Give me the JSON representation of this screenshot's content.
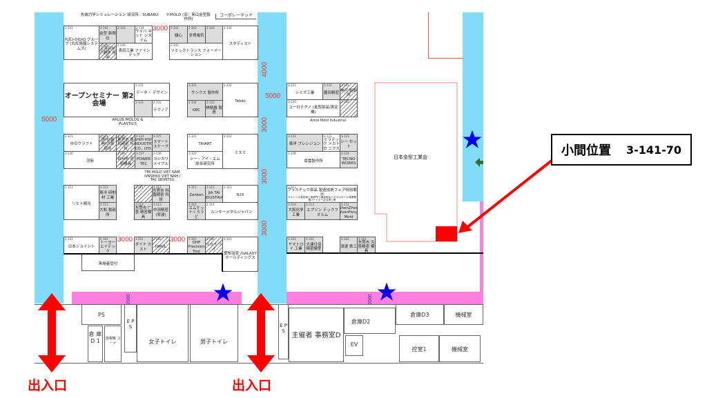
{
  "booths": [
    {
      "id": "2-141",
      "name": "丸紅I-DIGIO グループ (丸紅情報システムズ)",
      "fill": "white"
    },
    {
      "id": "2-142",
      "name": "金型 新聞社",
      "fill": "gray"
    },
    {
      "id": "2-143",
      "name": "",
      "fill": "gray"
    },
    {
      "id": "2-144",
      "name": "サイバ ネット システム",
      "fill": "white"
    },
    {
      "id": "2-140",
      "name": "上海日州 子器件 用品",
      "fill": "hatched"
    },
    {
      "id": "2-145",
      "name": "青田工業 ファインテック",
      "fill": "white"
    },
    {
      "id": "2-341",
      "name": "額心",
      "fill": "gray"
    },
    {
      "id": "2-342",
      "name": "多賀電気",
      "fill": "gray"
    },
    {
      "id": "2-343",
      "name": "",
      "fill": "gray"
    },
    {
      "id": "2-344",
      "name": "スタディスト",
      "fill": "white"
    },
    {
      "id": "2-345",
      "name": "ソミックトランス フォーメーション",
      "fill": "white"
    },
    {
      "id": "",
      "name": "オープンセミナー 第2会場",
      "fill": "white"
    },
    {
      "id": "2-131",
      "name": "データ・ デザイン",
      "fill": "white"
    },
    {
      "id": "2-133",
      "name": "",
      "fill": "gray"
    },
    {
      "id": "2-132",
      "name": "テクノア",
      "fill": "white"
    },
    {
      "id": "2-331",
      "name": "サンクス 製作所",
      "fill": "gray"
    },
    {
      "id": "2-334",
      "name": "KBC",
      "fill": "gray"
    },
    {
      "id": "2-333",
      "name": "林精器 製造",
      "fill": "gray"
    },
    {
      "id": "2-332",
      "name": "Tebiki",
      "fill": "white"
    },
    {
      "id": "2-121",
      "name": "中日クラフト",
      "fill": "white"
    },
    {
      "id": "2-122",
      "name": "德州(臨朐)汽車部件",
      "fill": "hatched"
    },
    {
      "id": "2-123",
      "name": "東莞市 豪和精密 科技",
      "fill": "hatched"
    },
    {
      "id": "2-124",
      "name": "SHIH HSH INDUSTRY CO., LTD.",
      "fill": "gray"
    },
    {
      "id": "2-125",
      "name": "スマート スケープ",
      "fill": "gray"
    },
    {
      "id": "2-126",
      "name": "河新",
      "fill": "white"
    },
    {
      "id": "2-136",
      "name": "台州市 道恩模具",
      "fill": "hatched"
    },
    {
      "id": "2-137",
      "name": "POWER TEC",
      "fill": "gray"
    },
    {
      "id": "2-138",
      "name": "ヨシカワ メイプル",
      "fill": "white"
    },
    {
      "id": "2-321",
      "name": "TRIART",
      "fill": "white"
    },
    {
      "id": "2-323",
      "name": "シー・アイ・エム 総合研究所",
      "fill": "white"
    },
    {
      "id": "2-322",
      "name": "ミスミ",
      "fill": "white"
    },
    {
      "id": "2-111",
      "name": "リヒト精光",
      "fill": "white"
    },
    {
      "id": "2-112",
      "name": "東洋 研削材 工業",
      "fill": "gray"
    },
    {
      "id": "2-113",
      "name": "大和 製砥所",
      "fill": "gray"
    },
    {
      "id": "2-211",
      "name": "",
      "fill": "hatched"
    },
    {
      "id": "2-212",
      "name": "东莞市 科嘉精密 科技",
      "fill": "gray"
    },
    {
      "id": "2-214",
      "name": "东莞市 广壹 精密模具",
      "fill": "gray"
    },
    {
      "id": "2-213",
      "name": "中田精密 (寧波)",
      "fill": "gray"
    },
    {
      "id": "2-311",
      "name": "Zenken",
      "fill": "gray"
    },
    {
      "id": "2-312",
      "name": "JIA TAI INDUSTRIAL",
      "fill": "gray"
    },
    {
      "id": "2-313",
      "name": "N2X",
      "fill": "white"
    },
    {
      "id": "2-315",
      "name": "エムケットくろうど",
      "fill": "gray"
    },
    {
      "id": "2-314",
      "name": "ルンキーメタルジャパン",
      "fill": "white"
    },
    {
      "id": "2-101",
      "name": "日本ジョイント",
      "fill": "white"
    },
    {
      "id": "2-102",
      "name": "トーヨー エイテック",
      "fill": "gray"
    },
    {
      "id": "2-201",
      "name": "ダイナ カスト",
      "fill": "gray"
    },
    {
      "id": "2-202",
      "name": "HIPUL",
      "fill": "hatched"
    },
    {
      "id": "2-301",
      "name": "DHF Precision Tool",
      "fill": "gray"
    },
    {
      "id": "2-302",
      "name": "スカイ ライ",
      "fill": "hatched"
    },
    {
      "id": "2-303",
      "name": "愛知治幸 /GALAXY ホールディングス",
      "fill": "white"
    },
    {
      "id": "",
      "name": "来場者受付",
      "fill": "white"
    },
    {
      "id": "3-131",
      "name": "シミズ工業",
      "fill": "white"
    },
    {
      "id": "3-132",
      "name": "園田精密",
      "fill": "gray"
    },
    {
      "id": "3-133",
      "name": "神戸 製鋼所",
      "fill": "hatched"
    },
    {
      "id": "3-135",
      "name": "ユーロテクノ (金型部品/測定機)",
      "fill": "white"
    },
    {
      "id": "3-134",
      "name": "",
      "fill": "hatched"
    },
    {
      "id": "3-121",
      "name": "東洋 プレシジョン",
      "fill": "gray"
    },
    {
      "id": "3-122",
      "name": "ミラテック メカトロ ニクス",
      "fill": "white"
    },
    {
      "id": "3-123",
      "name": "シー セット",
      "fill": "gray"
    },
    {
      "id": "3-126",
      "name": "南雲製作所",
      "fill": "white"
    },
    {
      "id": "3-124",
      "name": "TECNO WORKS",
      "fill": "gray"
    },
    {
      "id": "3-111",
      "name": "プラスチック部品 製造技術フェア特別展示",
      "fill": "white"
    },
    {
      "id": "3-114",
      "name": "大和化学 工業",
      "fill": "gray"
    },
    {
      "id": "3-113",
      "name": "エプソン テックフオルム",
      "fill": "gray"
    },
    {
      "id": "3-112",
      "name": "ShenZhen YuanFeng Mold",
      "fill": "gray"
    },
    {
      "id": "3-101",
      "name": "ヤマトロイ 工業",
      "fill": "gray"
    },
    {
      "id": "3-102",
      "name": "大連日佳 精密模型",
      "fill": "gray"
    },
    {
      "id": "3-103",
      "name": "浪速 鉄工",
      "fill": "gray"
    },
    {
      "id": "3-104",
      "name": "东莞市 汎胜精密 模具",
      "fill": "gray"
    }
  ],
  "labels": {
    "top_left": "先端力学シミュレーション 研究所／SUBARU",
    "top_mid": "Y-MOLD (旧：来山金型製作所)",
    "top_right": "コーポレーテッド",
    "aplus": "APLUS MOLDS & PLASTICS",
    "tmi": "TMI MOLD VIET NAM /VNSEIKO VIET NAM / TAC SEIMITSU",
    "artco": "Artco Mold Industrial",
    "special_sub": "カルーノ/小松技術工事部門/三機技術会/ヘモセルロース/事業業務パートナーズ/吉栄工業",
    "nihon": "日本金型工業会"
  },
  "dimensions": {
    "d5000a": "5000",
    "d3000a": "3000",
    "d4000": "4000",
    "d5000b": "5000",
    "d3000b": "3000",
    "d3000c": "3000",
    "d3000d": "3000",
    "d3000e": "3000",
    "d3000f": "3000",
    "d2000a": "2000",
    "d2000b": "2000"
  },
  "rooms": {
    "ps": "PS",
    "eps1": "E P S",
    "souko1": "倉 庫 D 1",
    "jihanki": "自販機 コーナ",
    "women_wc": "女子トイレ",
    "men_wc": "男子トイレ",
    "eps2": "E P S",
    "office": "主催者 事務室D",
    "souko2": "倉庫D2",
    "souko3": "倉庫D3",
    "kikai1": "機械室",
    "hikae": "控室1",
    "kikai2": "機械室",
    "ev": "EV"
  },
  "exits": [
    "出入口",
    "出入口"
  ],
  "callout": {
    "label": "小間位置",
    "booth": "3-141-70"
  },
  "colors": {
    "aisle": "#80dcf8",
    "corridor": "#ff7fe0",
    "marker": "#ff0000",
    "star": "#0000ee"
  }
}
